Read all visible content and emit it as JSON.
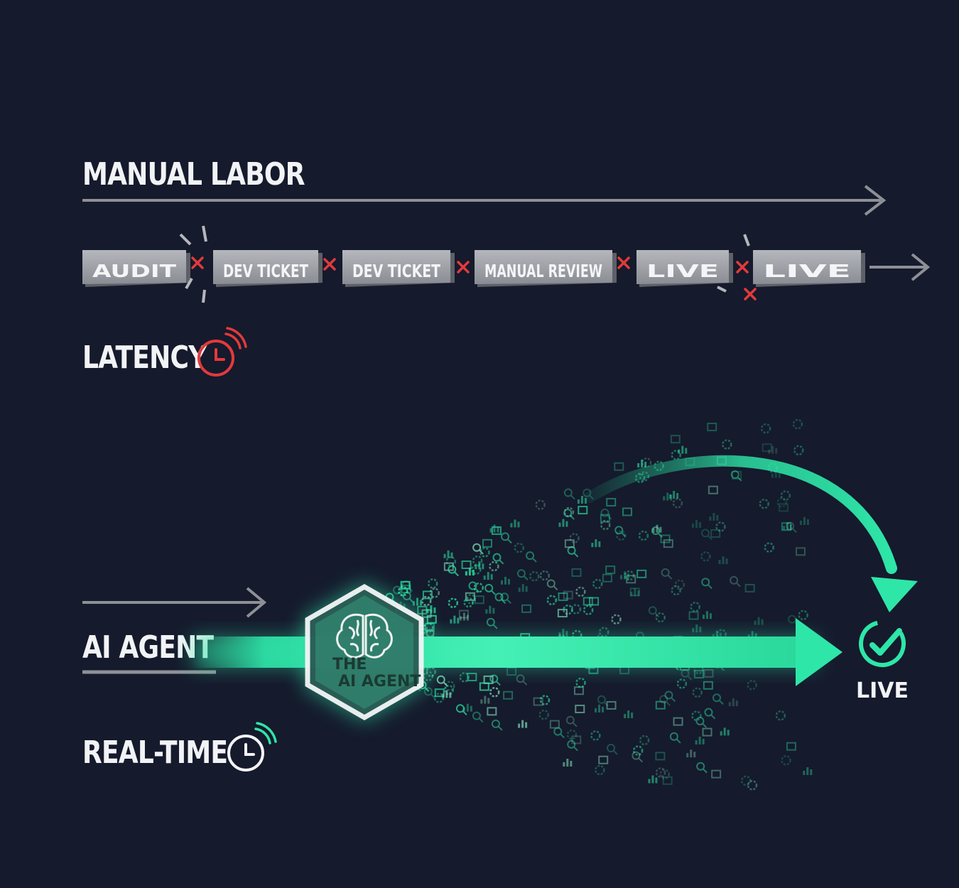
{
  "manual": {
    "title": "MANUAL LABOR",
    "steps": [
      "AUDIT",
      "DEV TICKET",
      "DEV TICKET",
      "MANUAL REVIEW",
      "LIVE",
      "LIVE"
    ],
    "latency_label": "LATENCY"
  },
  "agent": {
    "title": "AI AGENT",
    "hex_line1": "THE",
    "hex_line2": "AI AGENT",
    "live_label": "LIVE",
    "realtime_label": "REAL-TIME"
  },
  "colors": {
    "background": "#151a2c",
    "accent_green": "#2ee6a8",
    "error_red": "#e23a3a",
    "step_gray": "#9a9ca3"
  },
  "icons": [
    "clock-icon",
    "brain-icon",
    "check-circle-icon",
    "error-x-icon"
  ]
}
